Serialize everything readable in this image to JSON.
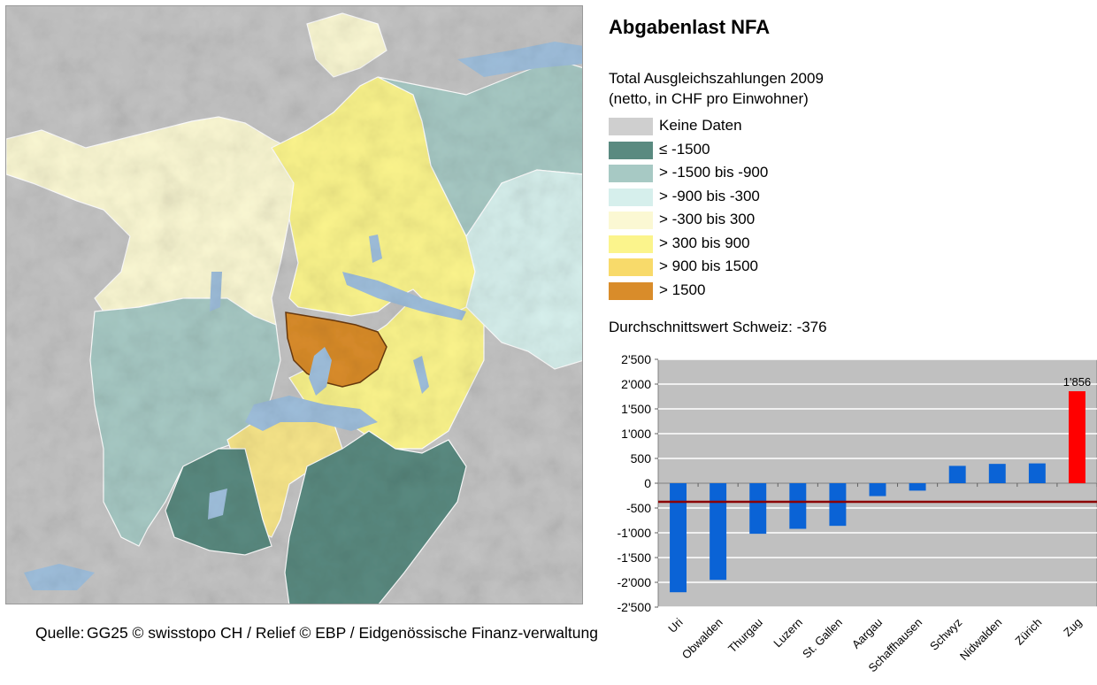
{
  "map": {
    "source_label": "Quelle:",
    "source_text": "GG25 © swisstopo CH / Relief © EBP / Eidgenössische Finanz-verwaltung"
  },
  "panel": {
    "title": "Abgabenlast NFA",
    "subtitle": "Total Ausgleichszahlungen 2009\n(netto, in CHF pro Einwohner)",
    "average_note": "Durchschnittswert Schweiz: -376"
  },
  "legend": [
    {
      "label": "Keine Daten",
      "color": "#cfcfcf"
    },
    {
      "label": "≤ -1500",
      "color": "#5a8a80"
    },
    {
      "label": "> -1500 bis -900",
      "color": "#a7c9c4"
    },
    {
      "label": "> -900 bis -300",
      "color": "#d6efec"
    },
    {
      "label": "> -300 bis 300",
      "color": "#fbf8d3"
    },
    {
      "label": "> 300 bis 900",
      "color": "#fbf48c"
    },
    {
      "label": "> 900 bis 1500",
      "color": "#f8da6a"
    },
    {
      "label": "> 1500",
      "color": "#d98c2a"
    }
  ],
  "chart_data": {
    "type": "bar",
    "categories": [
      "Uri",
      "Obwalden",
      "Thurgau",
      "Luzern",
      "St. Gallen",
      "Aargau",
      "Schaffhausen",
      "Schwyz",
      "Nidwalden",
      "Zürich",
      "Zug"
    ],
    "values": [
      -2200,
      -1950,
      -1020,
      -920,
      -860,
      -260,
      -150,
      350,
      390,
      400,
      1856
    ],
    "highlight_color": "#ff0000",
    "bar_color": "#0a63d6",
    "highlight_label": "1'856",
    "reference_line": -376,
    "reference_color": "#8b0000",
    "ylim": [
      -2500,
      2500
    ],
    "yticks": [
      "2'500",
      "2'000",
      "1'500",
      "1'000",
      "500",
      "0",
      "-500",
      "-1'000",
      "-1'500",
      "-2'000",
      "-2'500"
    ],
    "grid": true,
    "plot_bg": "#c0c0c0"
  }
}
